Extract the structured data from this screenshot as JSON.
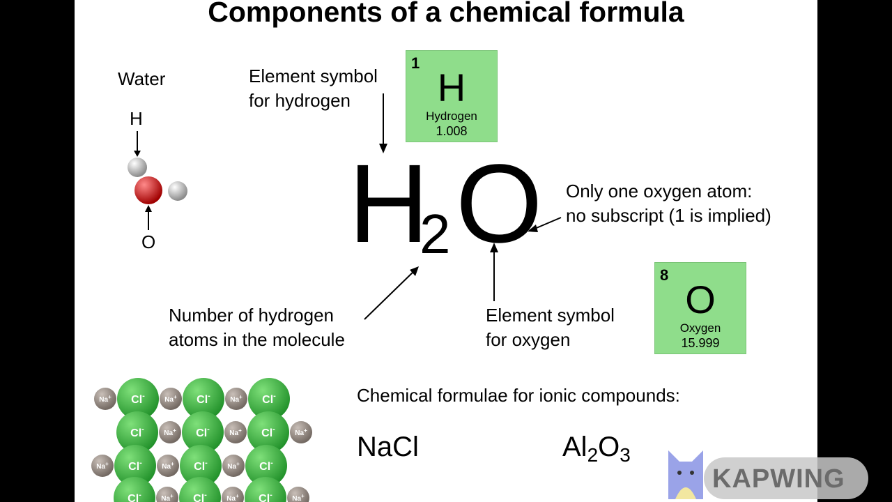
{
  "slide": {
    "title": "Components of a chemical formula",
    "water_label": "Water",
    "molecule_labels": {
      "h": "H",
      "o": "O"
    },
    "formula": {
      "h": "H",
      "subscript": "2",
      "o": "O"
    },
    "callouts": {
      "h_symbol_line1": "Element symbol",
      "h_symbol_line2": "for hydrogen",
      "one_oxygen_line1": "Only one oxygen atom:",
      "one_oxygen_line2": "no subscript (1 is implied)",
      "num_h_line1": "Number of hydrogen",
      "num_h_line2": "atoms in the molecule",
      "o_symbol_line1": "Element symbol",
      "o_symbol_line2": "for oxygen"
    },
    "tiles": {
      "hydrogen": {
        "number": "1",
        "symbol": "H",
        "name": "Hydrogen",
        "mass": "1.008"
      },
      "oxygen": {
        "number": "8",
        "symbol": "O",
        "name": "Oxygen",
        "mass": "15.999"
      }
    },
    "ionic": {
      "heading": "Chemical formulae for ionic compounds:",
      "nacl": "NaCl",
      "al": "Al",
      "al_sub": "2",
      "o": "O",
      "o_sub": "3"
    },
    "lattice_labels": {
      "na": "Na",
      "na_charge": "+",
      "cl": "Cl",
      "cl_charge": "-"
    },
    "colors": {
      "tile": "#8fdd8b",
      "chloride": "#2fa83a",
      "sodium": "#8a7f78",
      "oxygen_atom": "#d01010"
    }
  },
  "watermark": {
    "text": "KAPWING"
  }
}
